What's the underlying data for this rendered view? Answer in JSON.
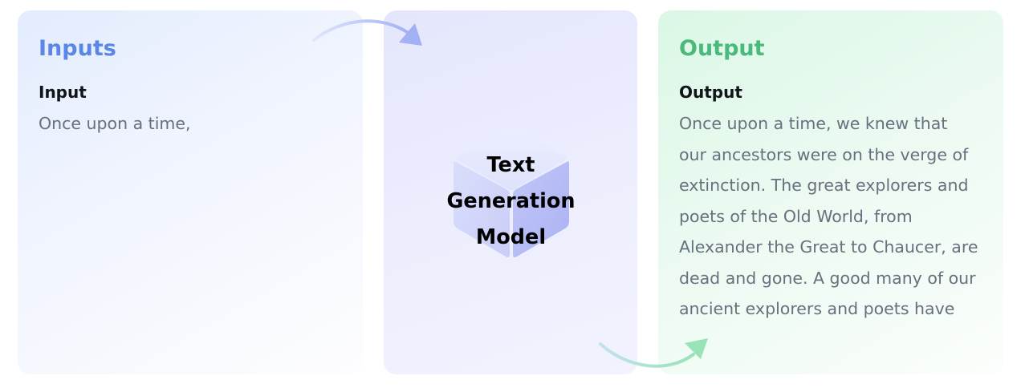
{
  "inputs_panel": {
    "title": "Inputs",
    "field_label": "Input",
    "field_text": "Once upon a time,"
  },
  "model": {
    "label": "Text\nGeneration\nModel"
  },
  "output_panel": {
    "title": "Output",
    "field_label": "Output",
    "field_text": "Once upon a time, we knew that\nour ancestors were on the verge of\nextinction. The great explorers and\npoets of the Old World, from\nAlexander the Great to Chaucer, are\ndead and gone. A good many of our\nancient explorers and poets have"
  },
  "colors": {
    "inputs_accent": "#5a86e6",
    "model_accent": "#9aa2f2",
    "output_accent": "#49b97c"
  },
  "icons": {
    "model": "cube-icon",
    "flow_in": "curved-arrow-icon",
    "flow_out": "curved-arrow-icon"
  }
}
